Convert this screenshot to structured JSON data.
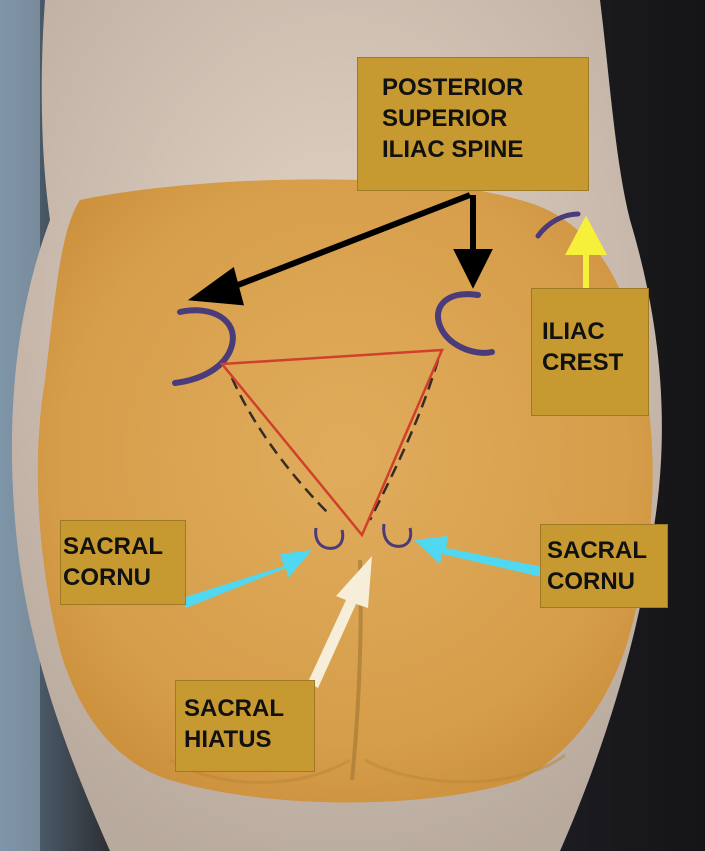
{
  "image": {
    "description_free": true,
    "colors": {
      "label_fill": "#c79a31",
      "label_text": "#111111",
      "psis_arrow": "#000000",
      "iliac_arrow": "#f7f03a",
      "cornu_arrow": "#4fd8ef",
      "hiatus_arrow": "#f6eed8",
      "triangle": "#d0402a",
      "skin_marker": "#4a3b7a",
      "prep_stain": "#d9a04a"
    }
  },
  "labels": {
    "psis": {
      "line1": "POSTERIOR",
      "line2": "SUPERIOR",
      "line3": "ILIAC SPINE"
    },
    "iliac_crest": {
      "line1": "ILIAC",
      "line2": "CREST"
    },
    "sacral_cornu_left": {
      "line1": "SACRAL",
      "line2": "CORNU"
    },
    "sacral_cornu_right": {
      "line1": "SACRAL",
      "line2": "CORNU"
    },
    "sacral_hiatus": {
      "line1": "SACRAL",
      "line2": "HIATUS"
    }
  }
}
